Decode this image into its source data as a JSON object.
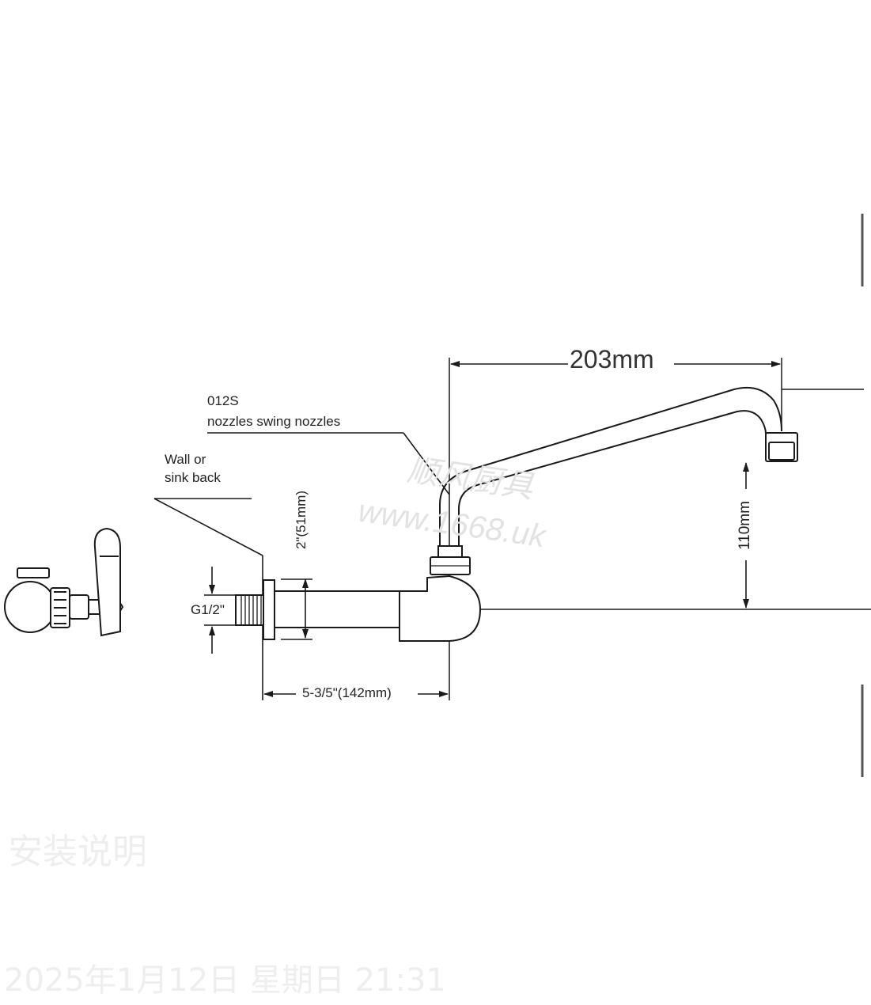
{
  "drawing": {
    "model_code": "012S",
    "model_description": "nozzles swing nozzles",
    "wall_label_line1": "Wall or",
    "wall_label_line2": "sink back",
    "spout_reach": "203mm",
    "spout_height": "110mm",
    "pipe_height": "2\"(51mm)",
    "thread_size": "G1/2\"",
    "wall_to_spout": "5-3/5\"(142mm)"
  },
  "watermark": {
    "line1": "顺风厨具",
    "line2": "www.1668.uk"
  },
  "faded_footer": {
    "heading": "安装说明",
    "timestamp": "2025年1月12日 星期日 21:31"
  },
  "colors": {
    "line": "#1a1a1a",
    "watermark": "#e2e2e2"
  }
}
